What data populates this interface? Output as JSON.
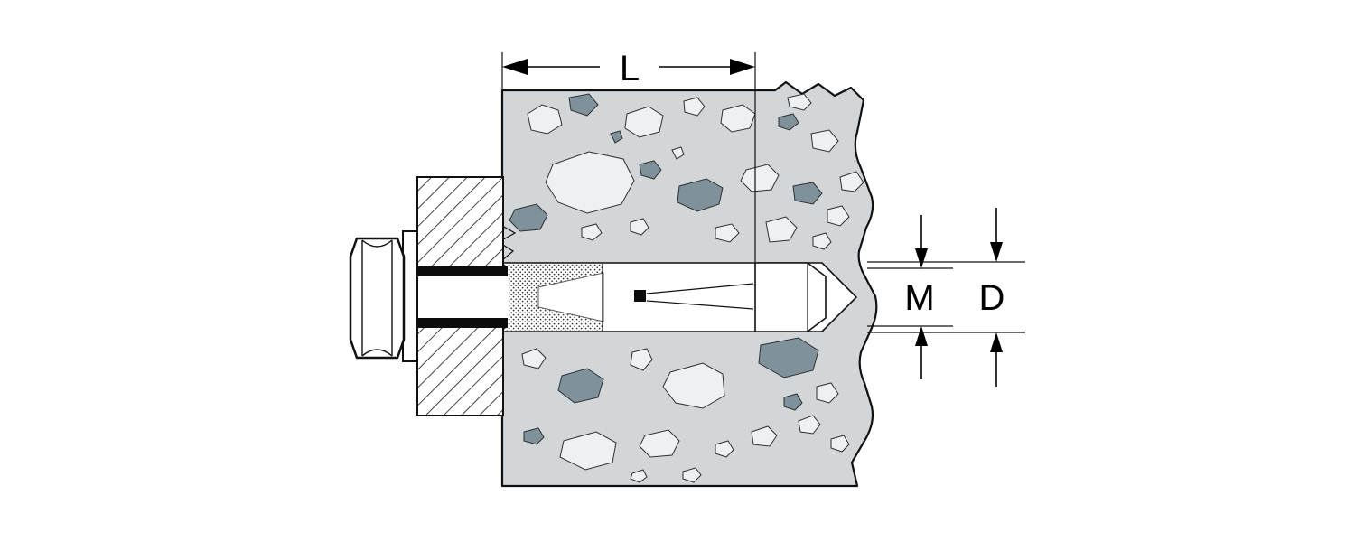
{
  "diagram": {
    "name": "Expansion anchor bolt set in concrete — dimensional drawing",
    "dimensions": {
      "length_label": "L",
      "thread_label": "M",
      "drill_label": "D"
    },
    "colors": {
      "background": "#ffffff",
      "line": "#111111",
      "concrete": "#d3d6d8",
      "stone_light": "#eef0f1",
      "stone_dark": "#7f929c",
      "bolt_black": "#0c0c0c"
    }
  }
}
